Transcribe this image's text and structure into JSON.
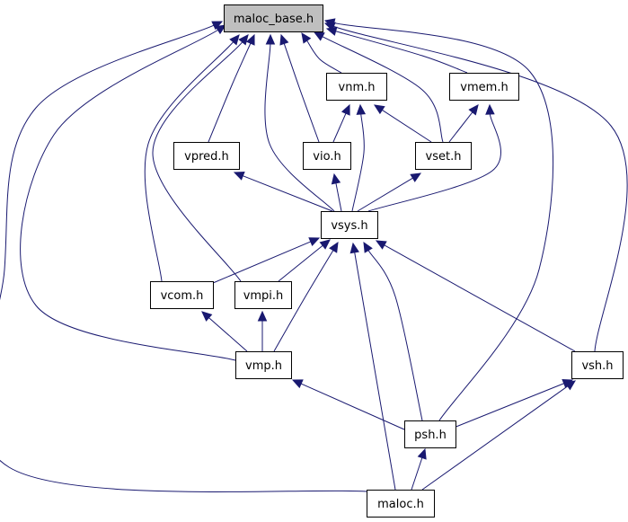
{
  "nodes": [
    {
      "id": "maloc_base",
      "label": "maloc_base.h",
      "root": true
    },
    {
      "id": "vnm",
      "label": "vnm.h"
    },
    {
      "id": "vmem",
      "label": "vmem.h"
    },
    {
      "id": "vpred",
      "label": "vpred.h"
    },
    {
      "id": "vio",
      "label": "vio.h"
    },
    {
      "id": "vset",
      "label": "vset.h"
    },
    {
      "id": "vsys",
      "label": "vsys.h"
    },
    {
      "id": "vcom",
      "label": "vcom.h"
    },
    {
      "id": "vmpi",
      "label": "vmpi.h"
    },
    {
      "id": "vmp",
      "label": "vmp.h"
    },
    {
      "id": "vsh",
      "label": "vsh.h"
    },
    {
      "id": "psh",
      "label": "psh.h"
    },
    {
      "id": "maloc",
      "label": "maloc.h"
    }
  ],
  "edges": [
    {
      "from": "vnm",
      "to": "maloc_base"
    },
    {
      "from": "vmem",
      "to": "maloc_base"
    },
    {
      "from": "vpred",
      "to": "maloc_base"
    },
    {
      "from": "vio",
      "to": "maloc_base"
    },
    {
      "from": "vset",
      "to": "maloc_base"
    },
    {
      "from": "vsys",
      "to": "maloc_base"
    },
    {
      "from": "vcom",
      "to": "maloc_base"
    },
    {
      "from": "vmpi",
      "to": "maloc_base"
    },
    {
      "from": "vmp",
      "to": "maloc_base"
    },
    {
      "from": "vsh",
      "to": "maloc_base"
    },
    {
      "from": "psh",
      "to": "maloc_base"
    },
    {
      "from": "maloc",
      "to": "maloc_base"
    },
    {
      "from": "vio",
      "to": "vnm"
    },
    {
      "from": "vset",
      "to": "vnm"
    },
    {
      "from": "vsys",
      "to": "vnm"
    },
    {
      "from": "vset",
      "to": "vmem"
    },
    {
      "from": "vsys",
      "to": "vmem"
    },
    {
      "from": "vsys",
      "to": "vpred"
    },
    {
      "from": "vsys",
      "to": "vio"
    },
    {
      "from": "vsys",
      "to": "vset"
    },
    {
      "from": "vcom",
      "to": "vsys"
    },
    {
      "from": "vmpi",
      "to": "vsys"
    },
    {
      "from": "vmp",
      "to": "vsys"
    },
    {
      "from": "vsh",
      "to": "vsys"
    },
    {
      "from": "psh",
      "to": "vsys"
    },
    {
      "from": "maloc",
      "to": "vsys"
    },
    {
      "from": "vmp",
      "to": "vcom"
    },
    {
      "from": "vmp",
      "to": "vmpi"
    },
    {
      "from": "psh",
      "to": "vmp"
    },
    {
      "from": "psh",
      "to": "vsh"
    },
    {
      "from": "maloc",
      "to": "vsh"
    },
    {
      "from": "maloc",
      "to": "psh"
    }
  ]
}
